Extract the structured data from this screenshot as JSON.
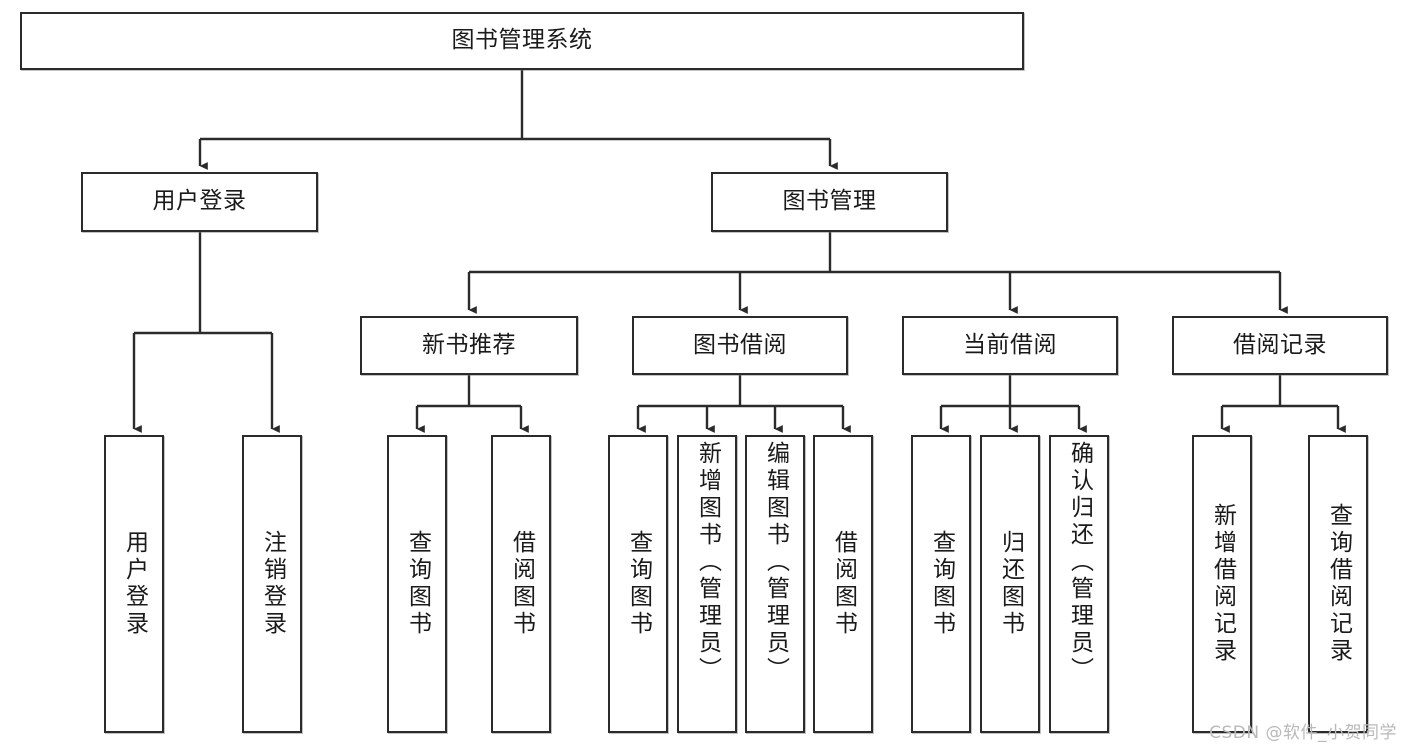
{
  "diagram": {
    "title": "图书管理系统",
    "type": "tree",
    "watermark": "CSDN @软件_小贺同学",
    "colors": {
      "box_border": "#2b2b2b",
      "box_fill": "#ffffff",
      "edge": "#2b2b2b",
      "text": "#1a1a1a",
      "watermark": "#b9b9b9",
      "background": "#ffffff"
    },
    "nodes": {
      "root": {
        "label": "图书管理系统"
      },
      "level2": [
        {
          "id": "user-login",
          "label": "用户登录"
        },
        {
          "id": "book-manage",
          "label": "图书管理"
        }
      ],
      "level3": [
        {
          "id": "new-book-recommend",
          "label": "新书推荐"
        },
        {
          "id": "book-borrow",
          "label": "图书借阅"
        },
        {
          "id": "current-borrow",
          "label": "当前借阅"
        },
        {
          "id": "borrow-record",
          "label": "借阅记录"
        }
      ],
      "leaves": {
        "user_login": [
          {
            "id": "leaf-user-login",
            "label": "用户登录"
          },
          {
            "id": "leaf-logout-login",
            "label": "注销登录"
          }
        ],
        "new_book_recommend": [
          {
            "id": "leaf-query-book-1",
            "label": "查询图书"
          },
          {
            "id": "leaf-borrow-book-1",
            "label": "借阅图书"
          }
        ],
        "book_borrow": [
          {
            "id": "leaf-query-book-2",
            "label": "查询图书"
          },
          {
            "id": "leaf-add-book-admin",
            "label": "新增图书（管理员）"
          },
          {
            "id": "leaf-edit-book-admin",
            "label": "编辑图书（管理员）"
          },
          {
            "id": "leaf-borrow-book-2",
            "label": "借阅图书"
          }
        ],
        "current_borrow": [
          {
            "id": "leaf-query-book-3",
            "label": "查询图书"
          },
          {
            "id": "leaf-return-book",
            "label": "归还图书"
          },
          {
            "id": "leaf-confirm-return-admin",
            "label": "确认归还（管理员）"
          }
        ],
        "borrow_record": [
          {
            "id": "leaf-add-borrow-record",
            "label": "新增借阅记录"
          },
          {
            "id": "leaf-query-borrow-record",
            "label": "查询借阅记录"
          }
        ]
      }
    }
  }
}
